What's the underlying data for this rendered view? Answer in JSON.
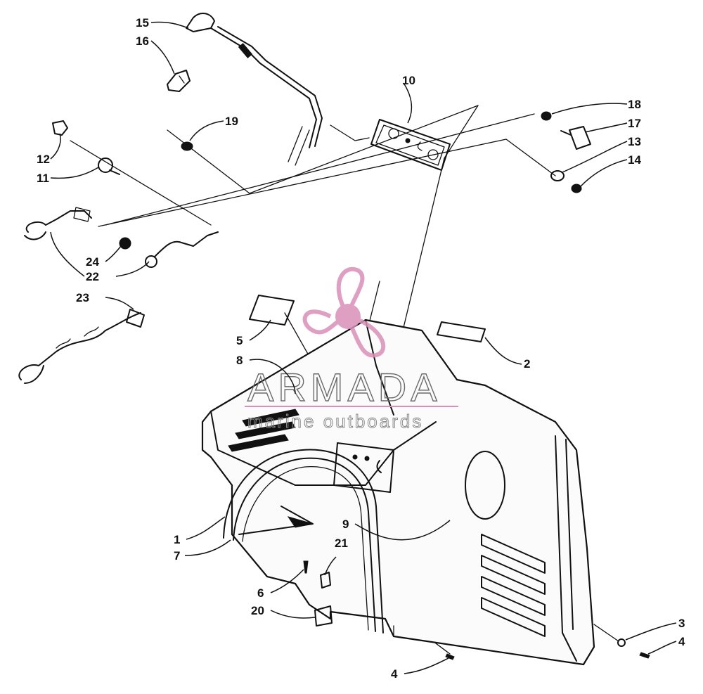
{
  "watermark": {
    "brand": "ARMADA",
    "tagline": "marine outboards",
    "brand_color": "#d98fb8",
    "text_color": "#6b6b6b"
  },
  "callouts": [
    {
      "id": "1"
    },
    {
      "id": "2"
    },
    {
      "id": "3"
    },
    {
      "id": "4"
    },
    {
      "id": "4"
    },
    {
      "id": "5"
    },
    {
      "id": "6"
    },
    {
      "id": "7"
    },
    {
      "id": "8"
    },
    {
      "id": "9"
    },
    {
      "id": "10"
    },
    {
      "id": "11"
    },
    {
      "id": "12"
    },
    {
      "id": "13"
    },
    {
      "id": "14"
    },
    {
      "id": "15"
    },
    {
      "id": "16"
    },
    {
      "id": "17"
    },
    {
      "id": "18"
    },
    {
      "id": "19"
    },
    {
      "id": "20"
    },
    {
      "id": "21"
    },
    {
      "id": "22"
    },
    {
      "id": "23"
    },
    {
      "id": "24"
    }
  ]
}
